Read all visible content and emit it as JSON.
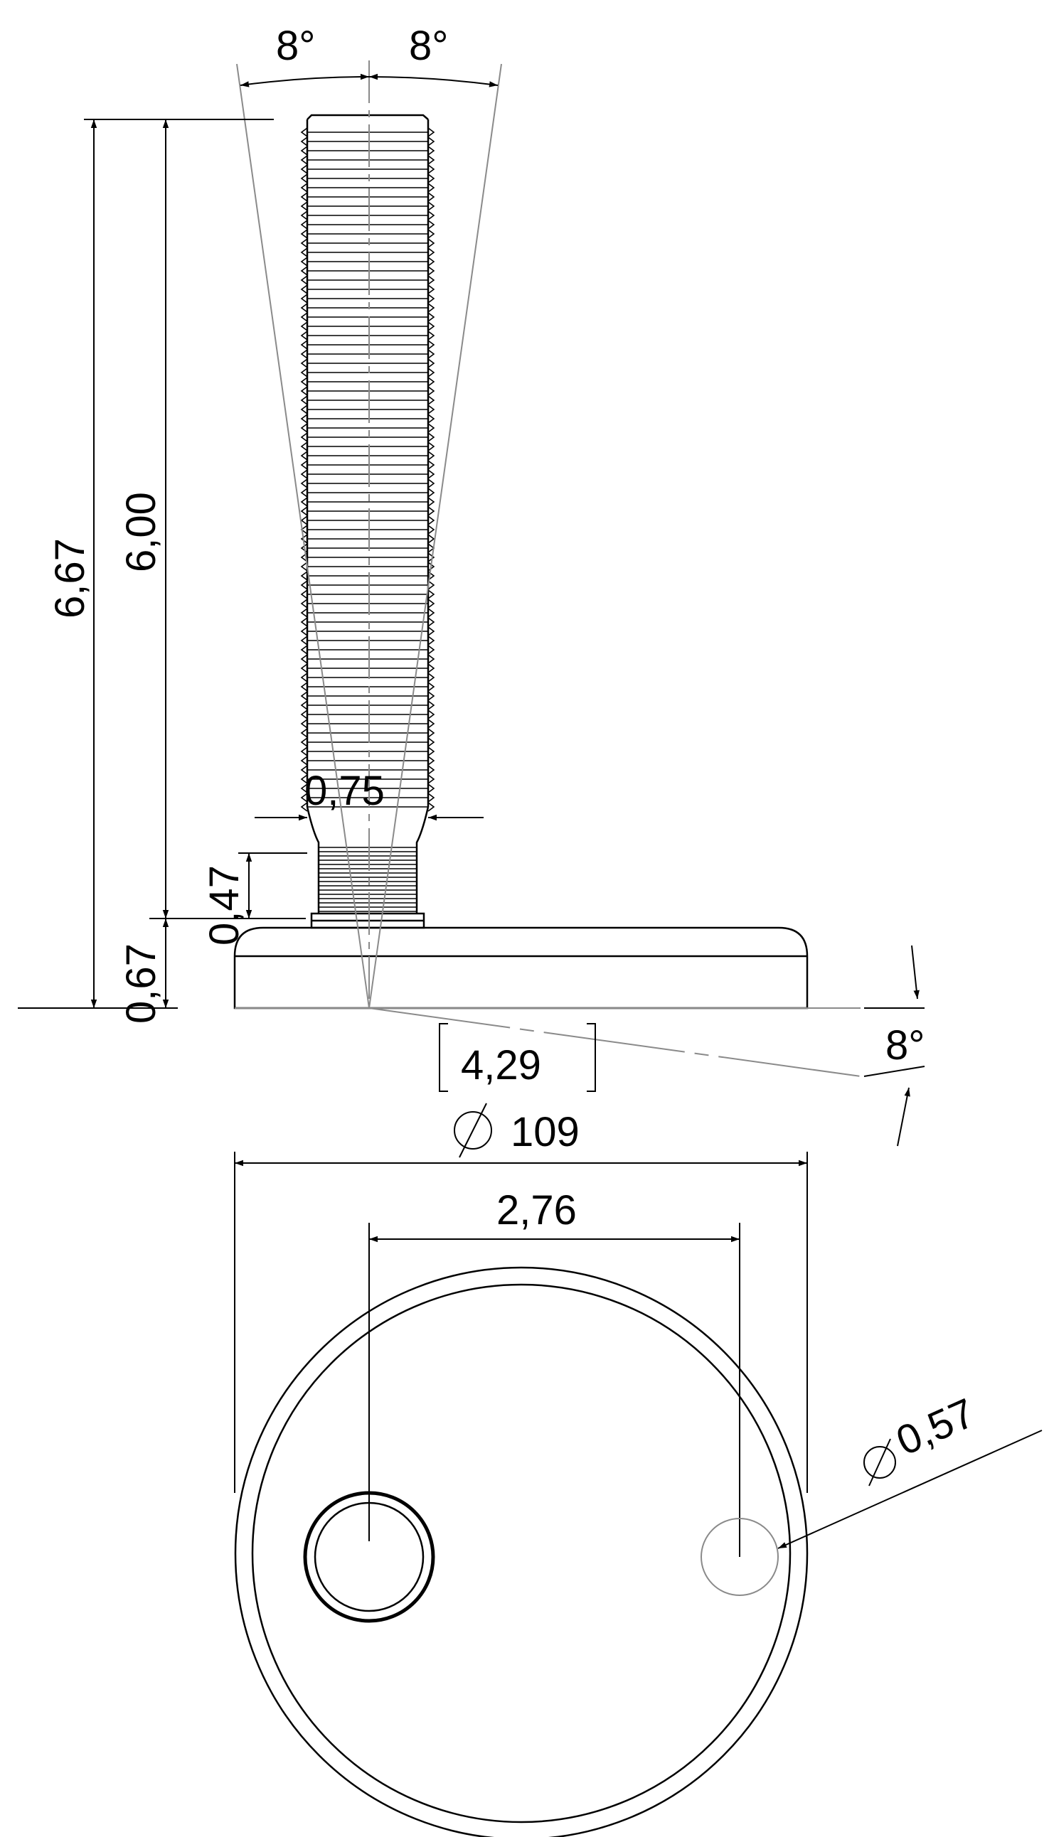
{
  "dimensions": {
    "angle_left": "8°",
    "angle_right": "8°",
    "angle_base": "8°",
    "total_height": "6,67",
    "thread_length": "6,00",
    "thread_diameter": "0,75",
    "neck_height": "0,47",
    "base_height": "0,67",
    "reference_length": "4,29",
    "base_diameter": "109",
    "hole_spacing": "2,76",
    "hole_diameter": "0,57"
  },
  "symbols": {
    "diameter": "⌀"
  }
}
